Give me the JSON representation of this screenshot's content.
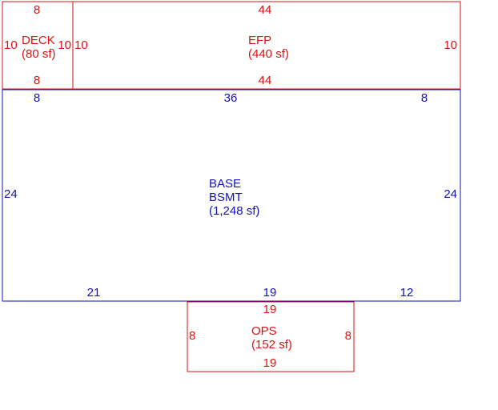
{
  "colors": {
    "upper": "#dd1111",
    "main": "#1111bb"
  },
  "areas": {
    "deck": {
      "name": "DECK",
      "area": "(80 sf)",
      "dim_top": "8",
      "dim_bottom": "8",
      "dim_left": "10",
      "dim_right": "10"
    },
    "efp": {
      "name": "EFP",
      "area": "(440 sf)",
      "dim_top": "44",
      "dim_bottom": "44",
      "dim_left": "10",
      "dim_right": "10"
    },
    "base": {
      "name": "BASE",
      "name2": "BSMT",
      "area": "(1,248 sf)",
      "dim_top_left": "8",
      "dim_top_mid": "36",
      "dim_top_right": "8",
      "dim_left": "24",
      "dim_right": "24",
      "dim_bottom_left": "21",
      "dim_bottom_mid": "19",
      "dim_bottom_right": "12"
    },
    "ops": {
      "name": "OPS",
      "area": "(152 sf)",
      "dim_top": "19",
      "dim_bottom": "19",
      "dim_left": "8",
      "dim_right": "8"
    }
  }
}
